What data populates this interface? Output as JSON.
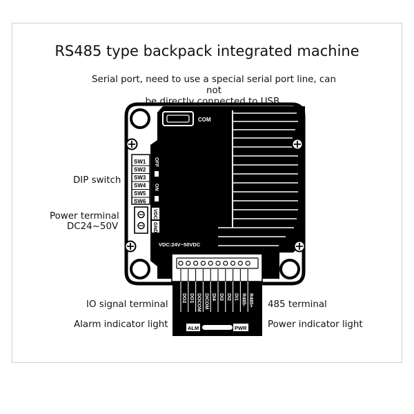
{
  "title": "RS485 type backpack integrated machine",
  "subtitle_line1": "Serial port, need to use a special serial port line, can not",
  "subtitle_line2": "be directly connected to USB.",
  "labels": {
    "dip_switch": "DIP switch",
    "power_terminal": "Power terminal",
    "power_voltage": "DC24~50V",
    "io_signal": "IO signal terminal",
    "rs485": "485 terminal",
    "alarm_light": "Alarm indicator light",
    "power_light": "Power indicator light"
  },
  "board": {
    "com": "COM",
    "switches": [
      "SW1",
      "SW2",
      "SW3",
      "SW4",
      "SW5",
      "SW6"
    ],
    "off": "OFF",
    "on": "ON",
    "vdc": "VDC",
    "gnd": "GND",
    "vdc_range": "VDC:24V~50VDC",
    "pins": [
      "DO2",
      "DO1",
      "DOCOM",
      "DICOM",
      "DI4",
      "DI3",
      "DI2",
      "DI1",
      "R485-",
      "R485+"
    ],
    "alm": "ALM",
    "pwr": "PWR"
  },
  "colors": {
    "board": "#000000",
    "label_box": "#ffffff"
  }
}
